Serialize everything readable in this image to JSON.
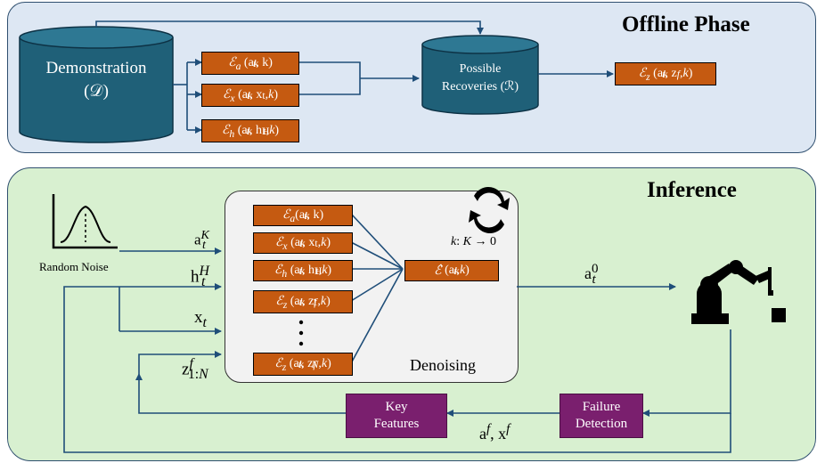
{
  "offline": {
    "title": "Offline Phase",
    "demonstration": {
      "line1": "Demonstration",
      "line2": "(𝒟)"
    },
    "recoveries": {
      "line1": "Possible",
      "line2": "Recoveries (ℛ)"
    },
    "boxes": [
      {
        "sym": "ℰ",
        "sub": "a",
        "args": "(a",
        "sup": "k",
        "tsub": "t",
        "rest": ", k)"
      },
      {
        "sym": "ℰ",
        "sub": "x",
        "args": "(a",
        "sup": "k",
        "tsub": "t",
        "rest": ", x",
        "rest2": "t",
        "rest3": ", k)"
      },
      {
        "sym": "ℰ",
        "sub": "h",
        "args": "(a",
        "sup": "k",
        "tsub": "t",
        "rest": ", h",
        "rest2": "H",
        "rest3": "t",
        "rest4": ", k)"
      }
    ],
    "output_box": {
      "sym": "ℰ",
      "sub": "z"
    }
  },
  "inference": {
    "title": "Inference",
    "random_noise_label": "Random Noise",
    "inputs": [
      "a",
      "h",
      "x",
      "z"
    ],
    "denoising_label": "Denoising",
    "loop_label": "k: K → 0",
    "output_label": "a",
    "model_boxes": [
      "ℰa",
      "ℰx",
      "ℰh",
      "ℰz1",
      "ℰzN"
    ],
    "combined_box": "ℰ̂",
    "key_features": {
      "line1": "Key",
      "line2": "Features"
    },
    "failure_detection": {
      "line1": "Failure",
      "line2": "Detection"
    },
    "feedback_label": "a",
    "colors": {
      "orange": "#c55a11",
      "purple": "#7a1f6e",
      "teal": "#1f6078",
      "offline_bg": "#dde7f3",
      "inference_bg": "#d8f0d0"
    }
  }
}
